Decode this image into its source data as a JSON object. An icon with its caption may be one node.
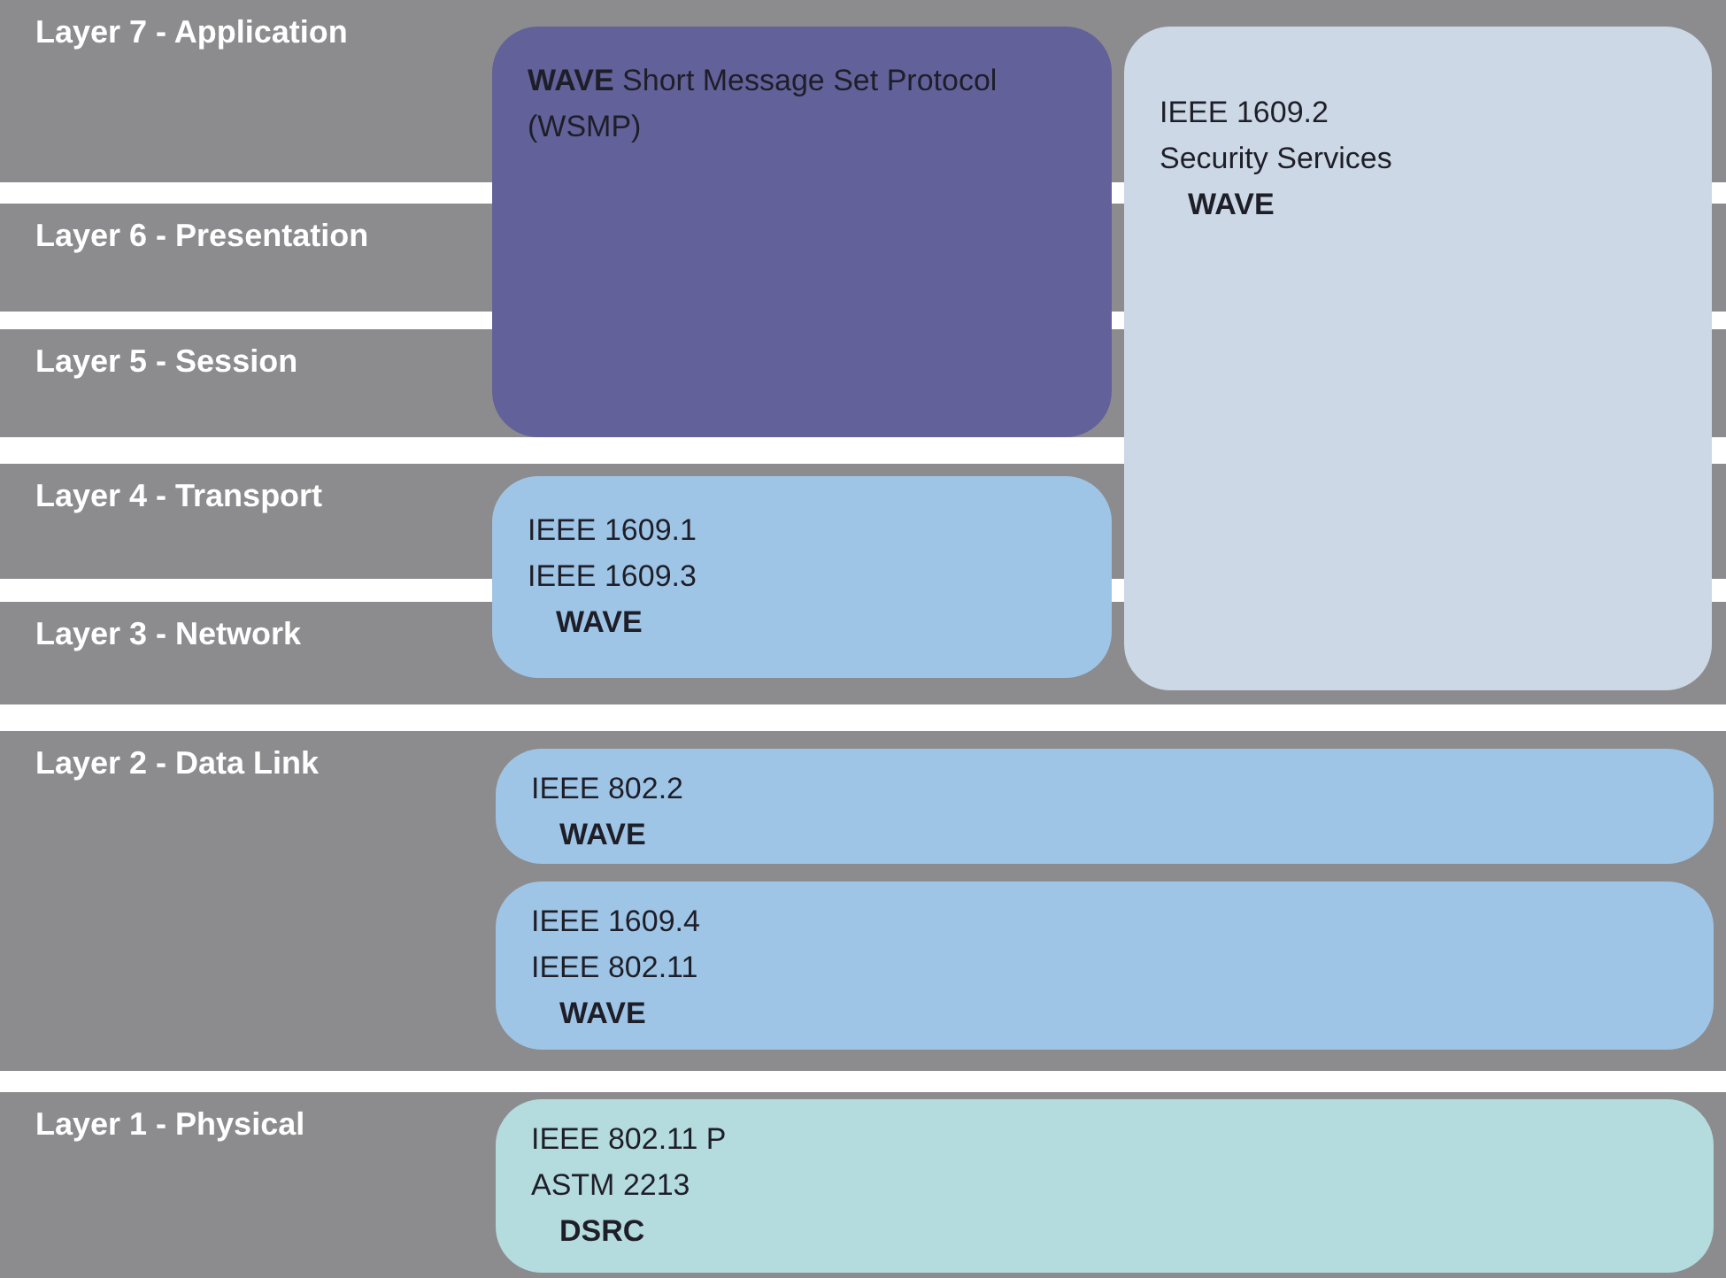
{
  "diagram": {
    "nodes": [
      {
        "text": [
          "Layer 7 - Application"
        ]
      },
      {
        "text": [
          "**WAVE** Short Message Set Protocol (WSMP)"
        ]
      },
      {
        "text": [
          "IEEE 1609.2 Security Services",
          "WAVE"
        ]
      },
      {
        "text": [
          "Layer 6 - Presentation"
        ]
      },
      {
        "text": [
          "Layer 5 - Session"
        ]
      },
      {
        "text": [
          "Layer 4 - Transport"
        ]
      },
      {
        "text": [
          "IEEE 1609.1",
          "IEEE 1609.3",
          "WAVE"
        ]
      },
      {
        "text": [
          "Layer 3 - Network"
        ]
      },
      {
        "text": [
          "Layer 2 - Data Link"
        ]
      },
      {
        "text": [
          "IEEE 802.2",
          "WAVE"
        ],
        "in": 8
      },
      {
        "text": [
          "IEEE 1609.4",
          "IEEE 802.11",
          "WAVE"
        ],
        "in": 8
      },
      {
        "text": [
          "Layer 1 - Physical"
        ]
      },
      {
        "text": [
          "IEEE 802.11 P",
          "ASTM 2213",
          "DSRC"
        ],
        "in": 11
      }
    ]
  }
}
